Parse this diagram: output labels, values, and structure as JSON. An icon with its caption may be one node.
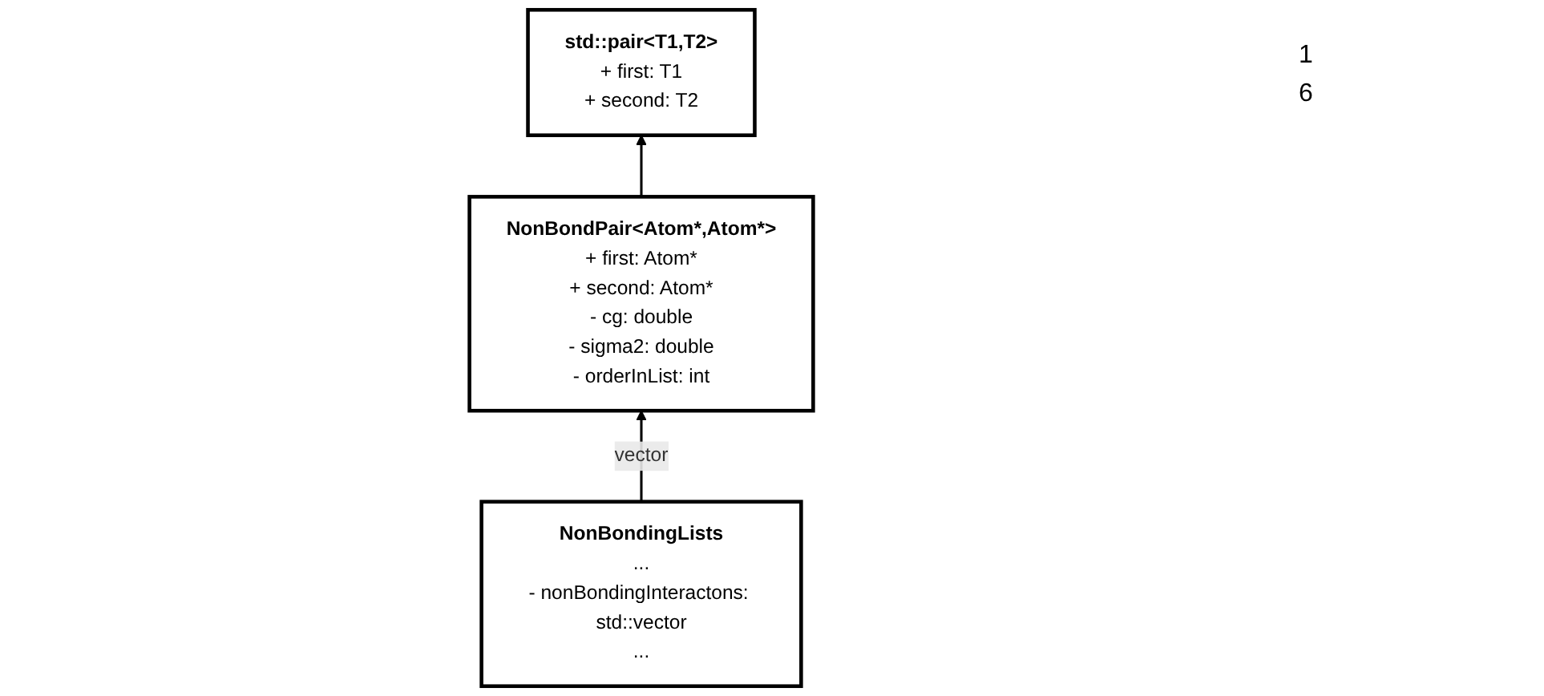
{
  "diagram": {
    "nodes": [
      {
        "text": [
          "std::pair<T1,T2>",
          "+ first: T1",
          "+ second: T2"
        ]
      },
      {
        "text": [
          "NonBondingLists",
          "...",
          "- nonBondingInteractons: std::vector",
          "..."
        ]
      },
      {
        "text": [
          "NonBondPair<Atom*,Atom*>",
          "+ first: Atom*",
          "+ second: Atom*",
          "- cg: double",
          "- sigma2: double",
          "- orderInList: int"
        ]
      }
    ],
    "edges": [
      {
        "from": 2,
        "to": 0,
        "arrow": "to"
      },
      {
        "from": 1,
        "to": 2,
        "arrow": "to",
        "label": "vector"
      }
    ],
    "labels": [
      "1",
      "6"
    ]
  }
}
